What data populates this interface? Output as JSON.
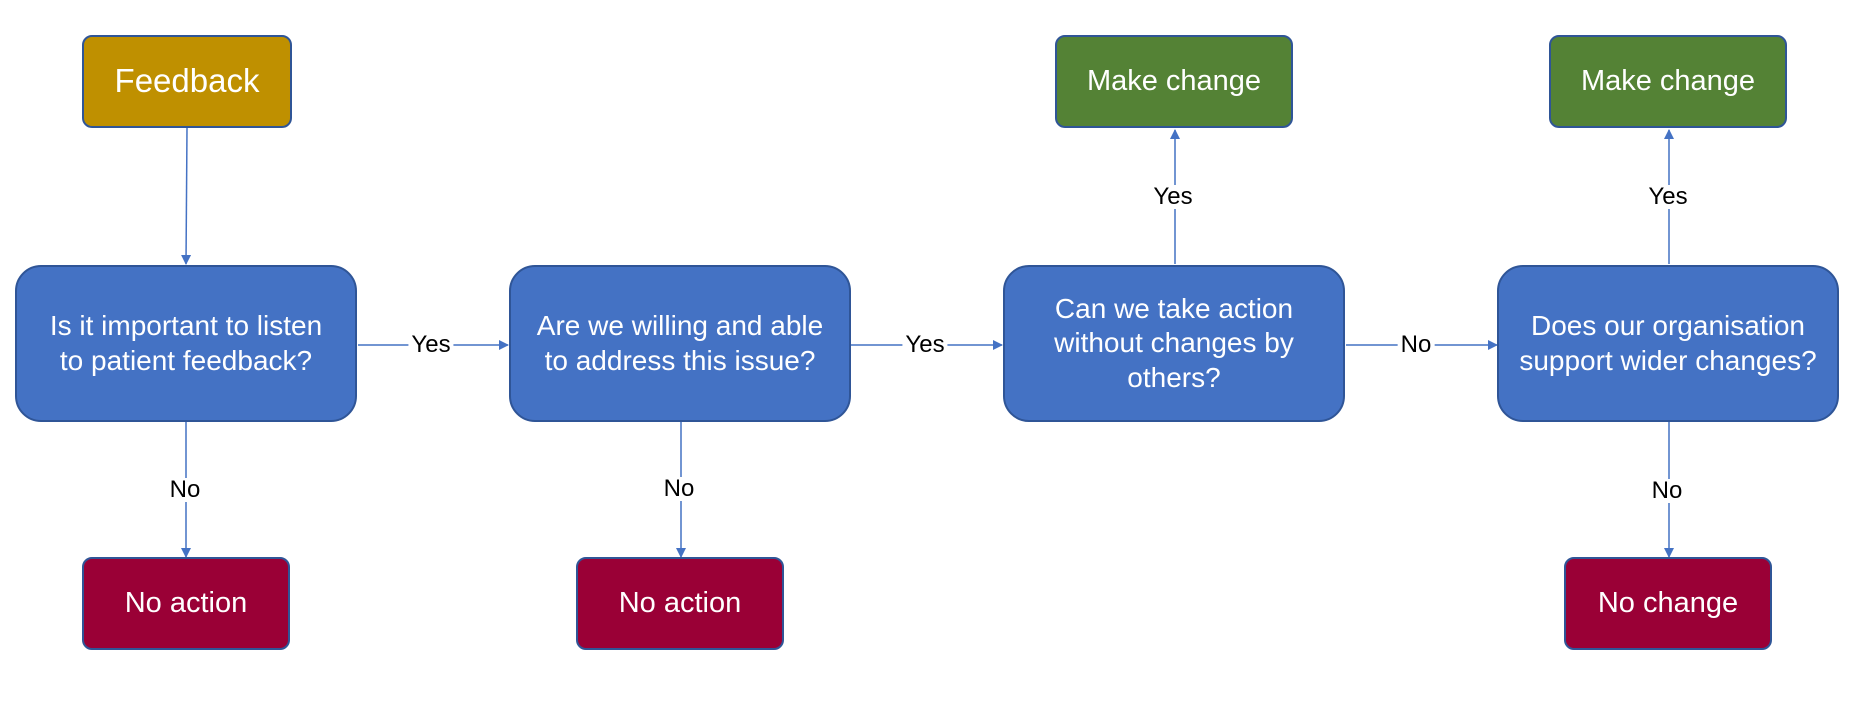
{
  "diagram": {
    "colors": {
      "start": "#bf9000",
      "decision": "#4472c4",
      "positive": "#548235",
      "negative": "#9a0036",
      "border": "#2f5597",
      "connector": "#4472c4"
    },
    "nodes": {
      "feedback": "Feedback",
      "q1": "Is it important to listen to patient feedback?",
      "q2": "Are we willing and able to address this issue?",
      "q3": "Can we take action without changes by others?",
      "q4": "Does our organisation support wider changes?",
      "no_action_1": "No action",
      "no_action_2": "No action",
      "make_change_1": "Make change",
      "make_change_2": "Make change",
      "no_change": "No change"
    },
    "edge_labels": {
      "q1_yes": "Yes",
      "q2_yes": "Yes",
      "q3_no": "No",
      "q1_no": "No",
      "q2_no": "No",
      "q3_yes": "Yes",
      "q4_yes": "Yes",
      "q4_no": "No"
    }
  }
}
